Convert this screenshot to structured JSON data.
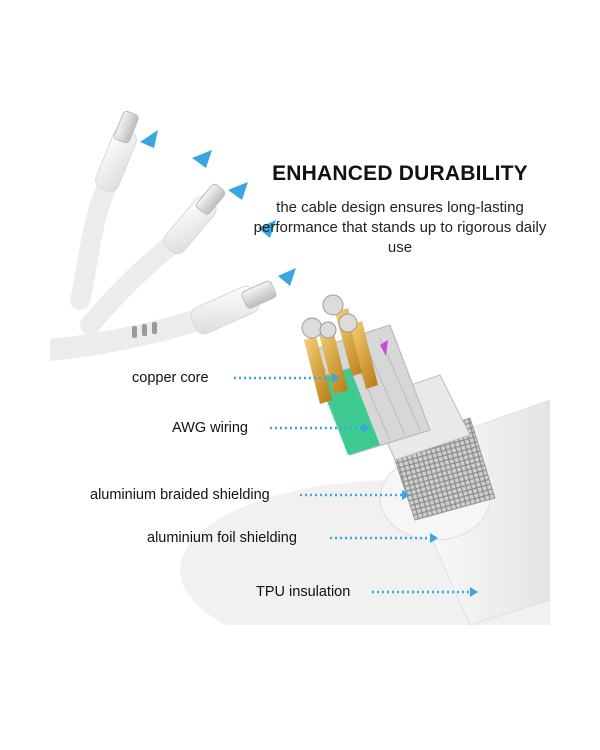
{
  "heading": {
    "title": "ENHANCED DURABILITY",
    "subtitle": "the cable design ensures long-lasting performance that stands up to rigorous daily use"
  },
  "labels": {
    "copper_core": "copper core",
    "awg_wiring": "AWG wiring",
    "braided_shielding": "aluminium braided shielding",
    "foil_shielding": "aluminium foil shielding",
    "tpu_insulation": "TPU insulation"
  },
  "colors": {
    "accent_arrow": "#3aa6e0",
    "wedge": "#3aa6e0",
    "copper": "#d9a02c",
    "green_core": "#2ec98a"
  },
  "icons": [
    "connector-type-c",
    "signal-wedge",
    "dotted-arrow"
  ]
}
